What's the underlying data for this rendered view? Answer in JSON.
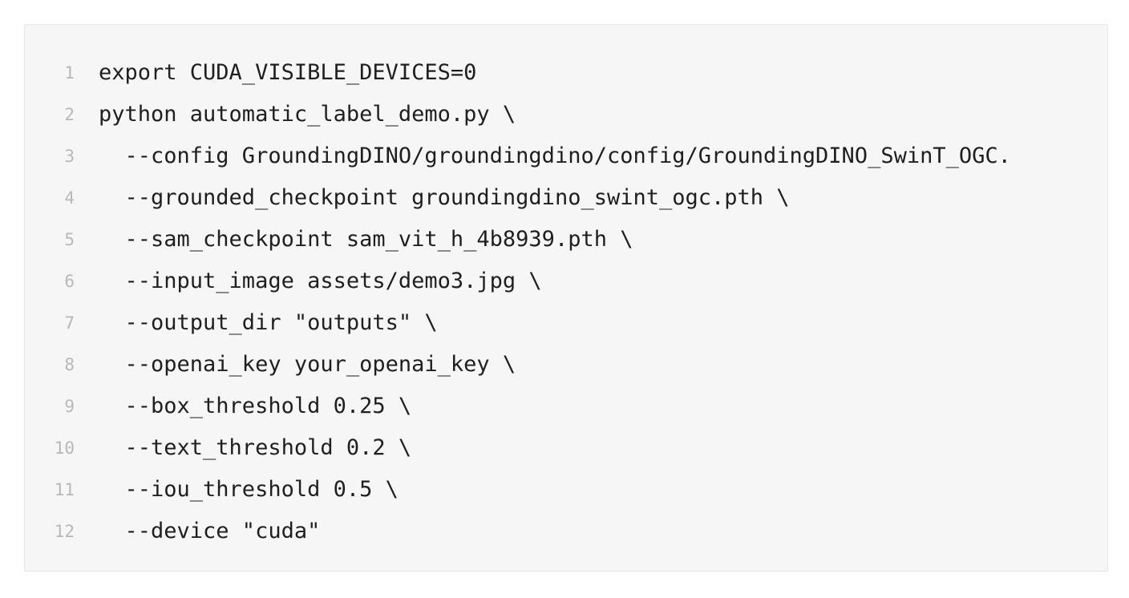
{
  "code_block": {
    "lines": [
      {
        "number": "1",
        "text": "export CUDA_VISIBLE_DEVICES=0"
      },
      {
        "number": "2",
        "text": "python automatic_label_demo.py \\"
      },
      {
        "number": "3",
        "text": "  --config GroundingDINO/groundingdino/config/GroundingDINO_SwinT_OGC."
      },
      {
        "number": "4",
        "text": "  --grounded_checkpoint groundingdino_swint_ogc.pth \\"
      },
      {
        "number": "5",
        "text": "  --sam_checkpoint sam_vit_h_4b8939.pth \\"
      },
      {
        "number": "6",
        "text": "  --input_image assets/demo3.jpg \\"
      },
      {
        "number": "7",
        "text": "  --output_dir \"outputs\" \\"
      },
      {
        "number": "8",
        "text": "  --openai_key your_openai_key \\"
      },
      {
        "number": "9",
        "text": "  --box_threshold 0.25 \\"
      },
      {
        "number": "10",
        "text": "  --text_threshold 0.2 \\"
      },
      {
        "number": "11",
        "text": "  --iou_threshold 0.5 \\"
      },
      {
        "number": "12",
        "text": "  --device \"cuda\""
      }
    ]
  }
}
